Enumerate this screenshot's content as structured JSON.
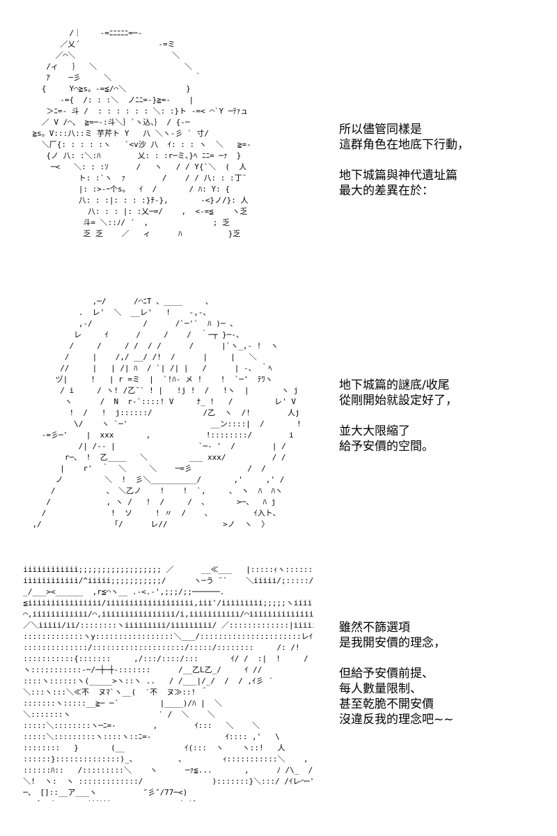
{
  "panels": [
    {
      "art": "            /｜    -=ﾆﾆﾆﾆﾆ=─-\n          ／乂´                 -=ミ\n         ／⌒＼                     ＼\n       /ィ   ｝  ＼                   ＼\n       ｱ    ─彡     ＼                  ｀\n      {     Y⌒≧s。-=≦/⌒＼             }\n          -={  /: : :＼  ノﾆﾆ=-}≧=-    |\n       ＞ﾆ=- 斗 /  : : : : : : ＼: :}ト -=< ⌒`Y ─ﾃｧュ\n      ／ V /⌒、 ≧=─-:斗＼｝`ヽ込、｝ / {-─\n    ≧s。V:::八::ミ 芋芹ト Y   八 ＼ヽ-彡 ` 寸/\n      ＼厂{: : : : :ヽ   `<v沙 八  ｲ: : : ヽ  ＼   ≧=-\n       {ノ 八: :＼:ﾊ        乂: : :r─ミ、}ﾍ ﾆﾆ= ─ｧ  }\n        ─<   ＼: : :ｿ      /   ヽ   / / Y{`＼  (  人\n              ト: :`ヽ  ｧ        /    / / 八: : :丁¨\n              |: :>-ｰ个s。  ｲ  /       / ﾊ: Y: {\n              八: : :|: : : :}ﾁ-},       -<}ノ/}: 人\n                八: : : |: :乂─=/    ,  <-=≦    ヽ乏\n               斗= ＼::ﾉ/ ´  ,              ; 乏\n               乏 乏    ／   ィ      ﾊ          }乏",
      "captions": [
        "所以儘管同樣是",
        "這群角色在地底下行動，",
        "",
        "地下城篇與神代遺址篇",
        "最大的差異在於："
      ]
    },
    {
      "art": "                 ,─/      /⌒ﾆT 、____     、\n              .  レ'  ＼  __レ'   !    -,-、\n              ,-/           /      /`─'`  ﾊ )─ 、\n             レ     ｲ      /     /    /  ｀─┬ }─-、\n            /     /     / /  / /      /      |`ヽ_,- !  ヽ\n           /     |    /,/ __/ /!  /      |     |   ＼\n          //     |   | /| ﾊ  / `| /| |   /      | -、 ｀ﾍ\n         ヅ|     !   | r =ミ  |  `!ﾊ- メ !    !  `─'  ﾃﾜヽ\n          / i     / ヽ! /乙¨` ! |   !j !  /   !ヽ  |       ヽ j\n           ヽ      /  N  r-`::::! V     ﾅ_ !   /         レ' V\n            !  /   !  j::::::/           /乙  ヽ  /!        人j\n             \\/    ヽ `─'                  __ン::::|  /       !\n      -=彡─'    |  xxx       ,            !::::::::/        i\n              /| /-- |                  `─- '  /        | /\n           r─、 !  乙____   ＼         ___ xxx/          / /\n          |    r'  ｀  ＼     ＼    ─=彡            /  /\n         ノ         ＼  !  彡＼__________/       ,'     ,' /\n        /           、 ＼乙ノ    !    !  `,     、 ヽ  ﾊ  ﾊヽ\n       /            , ヽ /   !  /     /  、      >─、  ﾊ j\n      /              !  ソ     ! 〃  /    、         ｲ入ト、\n    ,/               「/      レ//            >ノ  ヽ  〉",
      "captions": [
        "地下城篇的謎底/收尾",
        "從剛開始就設定好了，",
        "",
        "並大大限縮了",
        "給予安價的空間。"
      ]
    },
    {
      "art": "  iiiiiiiiiiii;;;;;;;;;;;;;;;;;; ／      __≪___   |:::::ｨヽ:::::::::::\\\n  iiiiiiiiiiii/^iiiii;;;;;;;;;;;/      ヽ─う ¨`    ＼iiiii/;:::::/::::::)\n  _/___><______  ,r≦⌒ヽ__ .-<.-',;;;/;;──────.\n  ≦iiiiiiiiiiiiiiii/iiiiiiiiiiiiiiiiiii,iii'/iiiiiiiii;;;;;ヽiiii;;;;;;;;;;;;;;＼;;;;;;;>-,;;;;;;;;;;;;;;;.\n  ⌒,iiiiiiiiiiii/⌒,iiiiiiiiiiiiiiii/i,iiiiiiiiiii/⌒iiiiiiiiiiiiii;;;;;;;;;;;;;;;;;;;;;;;;;;;;;>、;;;;;;;;|\n  ／＼iiiii/ii/::::::::ヽiiiiiiiii/iiiiiiiii/ ／:::::::::::::|iiiiii;;;;;;;/⌒);;;;;;;;;;;/ ,ii/;;;;;\n  :::::::::::::ヽy:::::::::::::::::＼___/::::::::::::::::::::::レｲ:::::::::::ヽ__ノ;;;;;;'      T\n  ::::::::::::::/::::::::::::::::::::/:::::/::::::::     /: /!                 |\n  :::::::::::{:::::::     ,/:::/::::/:::       ｲ/ /  :|  !     / /|  ,'\n  ヽ:::::::::::-─/─┼─┼-:::::::      /__乙L乙_/     ｲ //\n  ::::ヽ::::::ヽ(_____>ヽ::ヽ ..   / /___|/_/  /  / ,ｲ彡 ´\n  ＼:::ヽ:::＼≪不  ヌﾏ`ヽ__(  ′不  ヌ≫::! ＾\n  :::::::ヽ:::::__≧─ ─´         |____)/ﾊ |  ＼\n  ＼:::::::ヽ                   ′ /  ＼    ＼\n  :::::＼::::::::ヽ─ﾆ=-        ,        ｲ:::   ＼    ＼\n  :::::＼:::::::::ヽ::::ヽ::ﾆ=-                ｲ:::: ,'   \\\n  ::::::::   }       (__             ｲ(:::  ヽ    ヽ::!   人\n  ::::::}::::::::::::::)_、         、        ｨ:::::::::::＼    ,  ﾉ   >\n  ::::::ﾊ::   /:::::::::＼    ヽ      ─ｧ≦...       ,      ﾉ /\\_  /\n  ＼!  ヽ:  ヽ :::::::::::::/               ):::::::}＼:::/ /ｲレ⌒─'\n  ─、 []::__ア___ヽ          ″彡″/77─<)\n  ___} r'  __ ><ｶ乂ｶ乂><        _r、 /─(^\n  ::、 ヽ \\:::L' ヽ／/||ヽ＼:::＼_/:::>/=─ノ  ヽ",
      "captions": [
        "雖然不篩選項",
        "是我開安價的理念，",
        "",
        "但給予安價前提、",
        "每人數量限制、",
        "甚至乾脆不開安價",
        "沒違反我的理念吧~~"
      ]
    }
  ]
}
